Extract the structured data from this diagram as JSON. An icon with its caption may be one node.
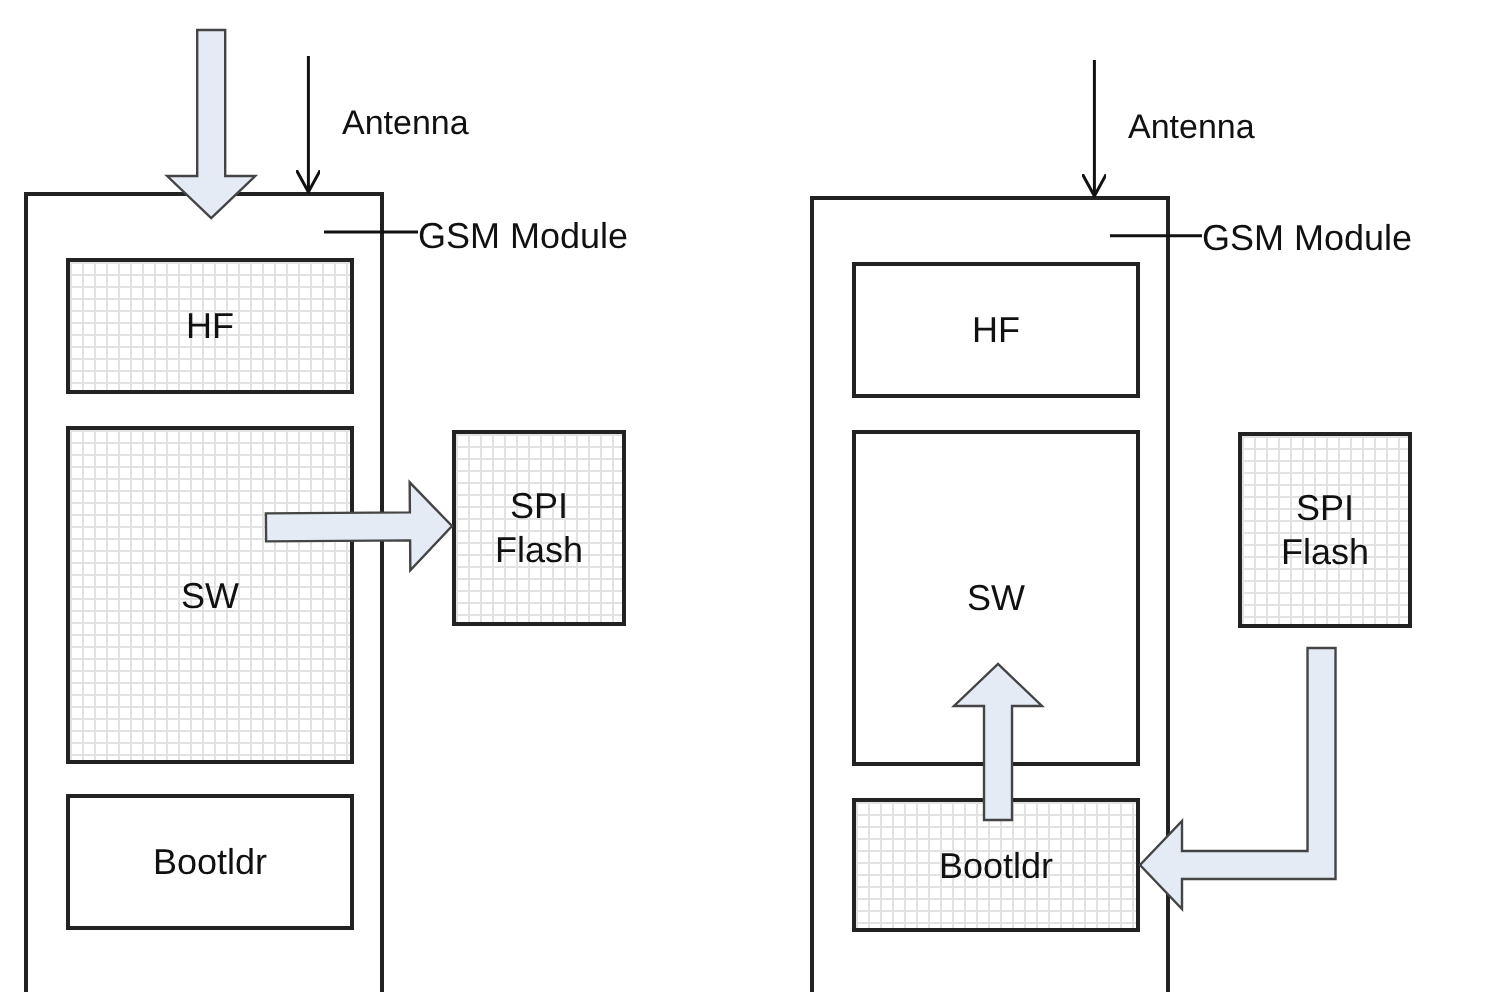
{
  "diagram": {
    "nodes": [
      {
        "text": [],
        "shape": "box"
      },
      {
        "text": [
          "HF"
        ],
        "in": 0
      },
      {
        "text": [
          "SW"
        ],
        "in": 0
      },
      {
        "text": [
          "Bootldr"
        ],
        "in": 0
      },
      {
        "text": [
          "SPI Flash"
        ]
      },
      {
        "text": [
          "GSM Module"
        ]
      },
      {
        "text": [],
        "shape": "box"
      },
      {
        "text": [
          "HF"
        ],
        "in": 6
      },
      {
        "text": [
          "SW"
        ],
        "in": 6
      },
      {
        "text": [
          "Bootldr"
        ],
        "in": 6
      },
      {
        "text": [
          "SPI Flash"
        ]
      },
      {
        "text": [
          "GSM Module"
        ]
      }
    ],
    "edges": [
      {
        "from": null,
        "to": 0,
        "arrow": "to",
        "style": "thick"
      },
      {
        "from": null,
        "to": 0,
        "arrow": "to",
        "label": "Antenna"
      },
      {
        "from": 5,
        "to": 0,
        "arrow": "none"
      },
      {
        "from": 2,
        "to": 4,
        "arrow": "to",
        "style": "thick"
      },
      {
        "from": null,
        "to": 6,
        "arrow": "to",
        "label": "Antenna"
      },
      {
        "from": 11,
        "to": 6,
        "arrow": "none"
      },
      {
        "from": 10,
        "to": 9,
        "arrow": "to",
        "style": "thick"
      },
      {
        "from": 9,
        "to": 8,
        "arrow": "to",
        "style": "thick"
      }
    ]
  }
}
